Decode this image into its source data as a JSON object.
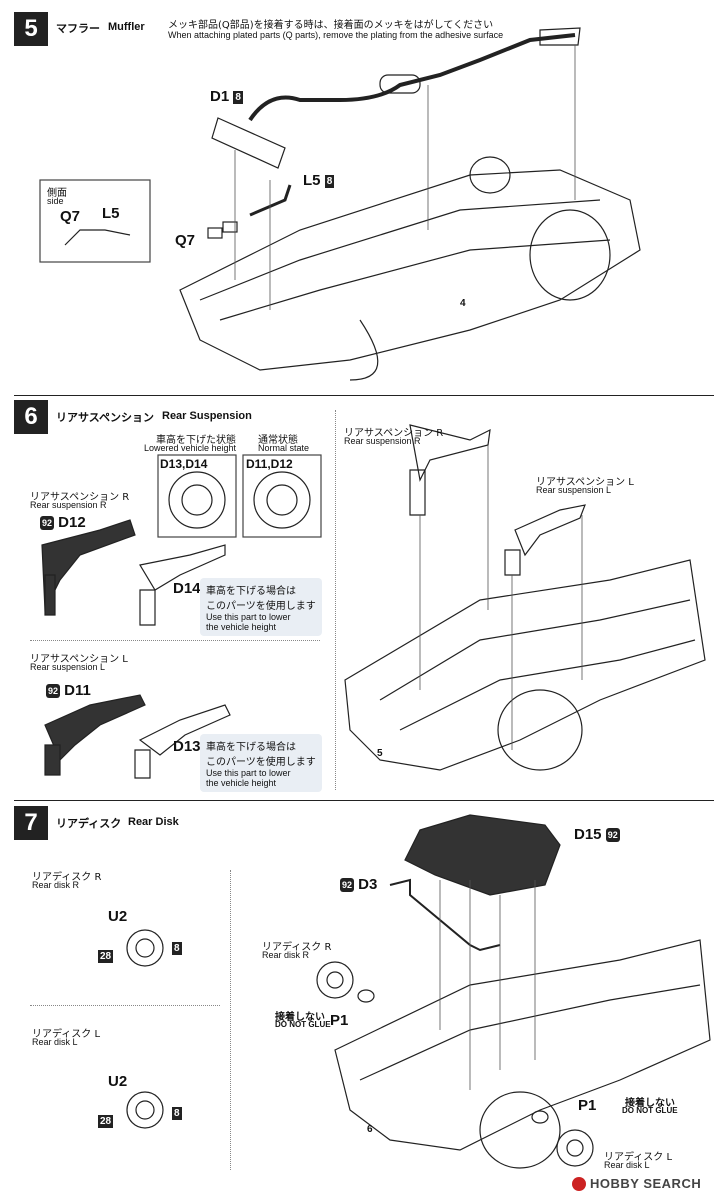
{
  "steps": [
    {
      "number": "5",
      "title_jp": "マフラー",
      "title_en": "Muffler",
      "note_jp": "メッキ部品(Q部品)を接着する時は、接着面のメッキをはがしてください",
      "note_en": "When attaching plated parts (Q parts), remove the plating from the adhesive surface",
      "side_label_jp": "側面",
      "side_label_en": "side",
      "parts": [
        "D1",
        "L5",
        "Q7",
        "Q7",
        "L5",
        "4"
      ],
      "box_nums": [
        "8",
        "8"
      ]
    },
    {
      "number": "6",
      "title_jp": "リアサスペンション",
      "title_en": "Rear Suspension",
      "lowered_jp": "車高を下げた状態",
      "lowered_en": "Lowered vehicle height",
      "normal_jp": "通常状態",
      "normal_en": "Normal state",
      "lowered_parts": "D13,D14",
      "normal_parts": "D11,D12",
      "susp_r_jp": "リアサスペンション R",
      "susp_r_en": "Rear suspension R",
      "susp_l_jp": "リアサスペンション L",
      "susp_l_en": "Rear suspension L",
      "d12": "D12",
      "d11": "D11",
      "d14": "D14",
      "d13": "D13",
      "circ_num": "92",
      "lower_note_jp_1": "車高を下げる場合は",
      "lower_note_jp_2": "このパーツを使用します",
      "lower_note_en_1": "Use this part to lower",
      "lower_note_en_2": "the vehicle height",
      "chassis_ref": "5"
    },
    {
      "number": "7",
      "title_jp": "リアディスク",
      "title_en": "Rear Disk",
      "disk_r_jp": "リアディスク R",
      "disk_r_en": "Rear disk R",
      "disk_l_jp": "リアディスク L",
      "disk_l_en": "Rear disk L",
      "u2": "U2",
      "num28": "28",
      "num8": "8",
      "d15": "D15",
      "d3": "D3",
      "p1": "P1",
      "no_glue_jp": "接着しない",
      "no_glue_en": "DO NOT GLUE",
      "chassis_ref": "6"
    }
  ],
  "watermark": "HOBBY SEARCH"
}
